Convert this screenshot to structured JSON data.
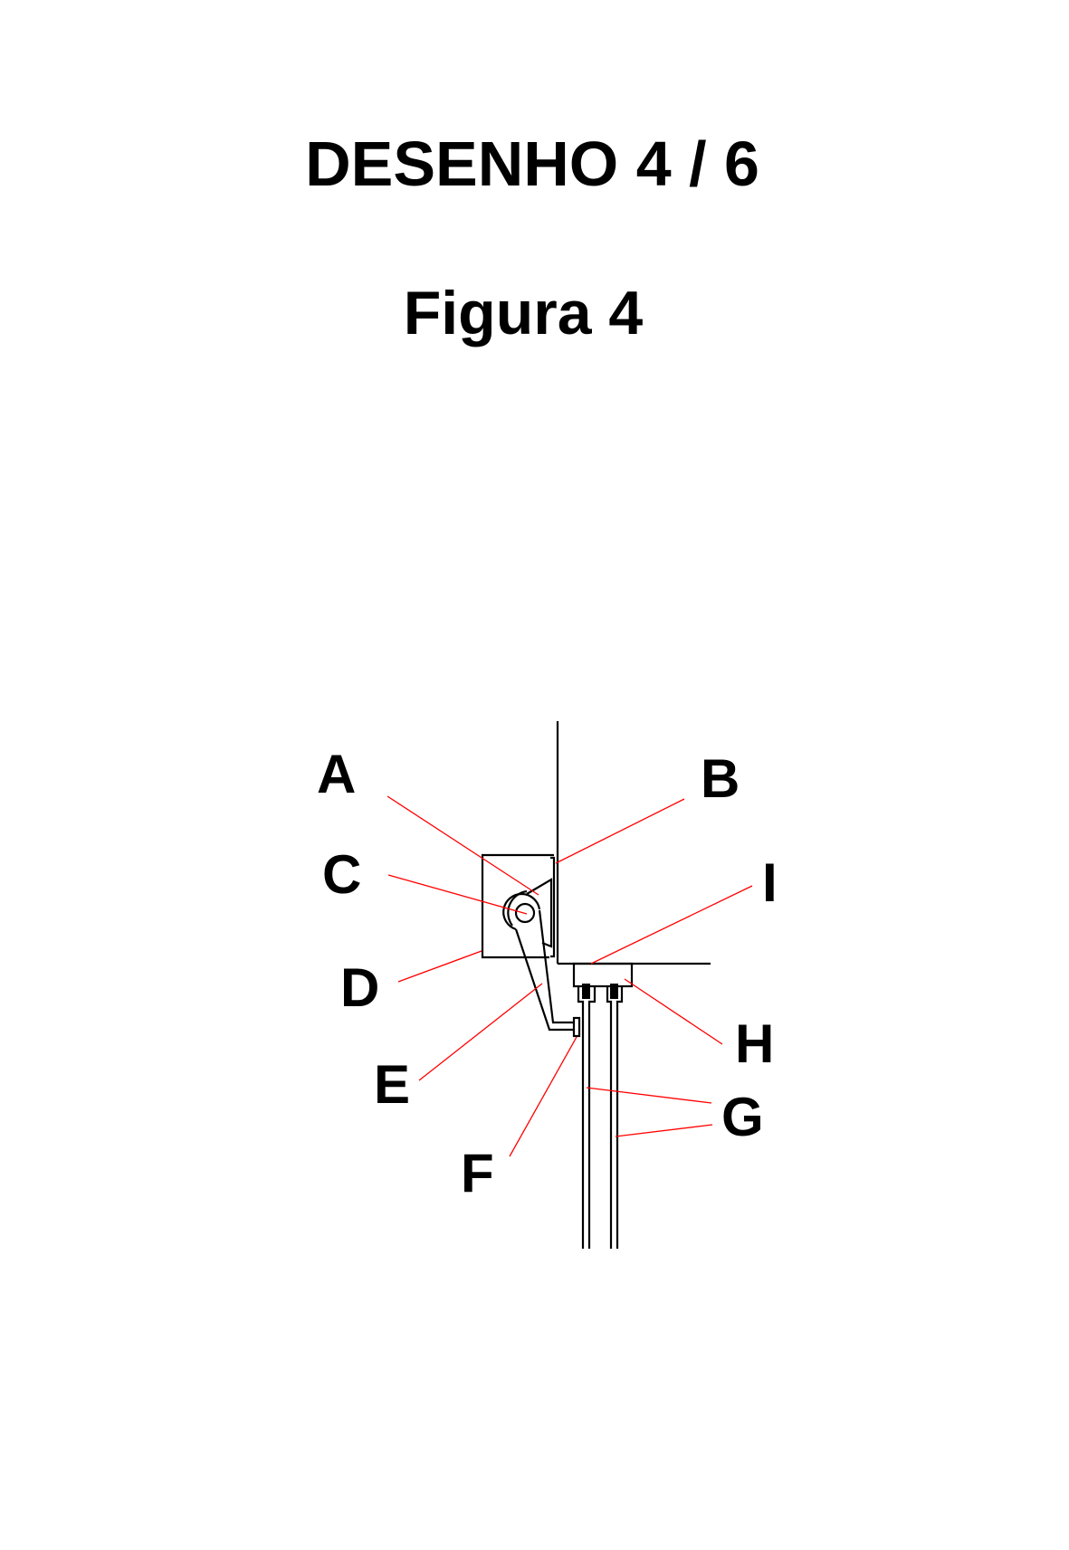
{
  "header": {
    "title": "DESENHO 4 / 6",
    "subtitle": "Figura 4"
  },
  "figure": {
    "labels": {
      "A": "A",
      "B": "B",
      "C": "C",
      "D": "D",
      "E": "E",
      "F": "F",
      "G": "G",
      "H": "H",
      "I": "I"
    },
    "colors": {
      "line": "#000000",
      "leader": "#ff0000"
    }
  }
}
